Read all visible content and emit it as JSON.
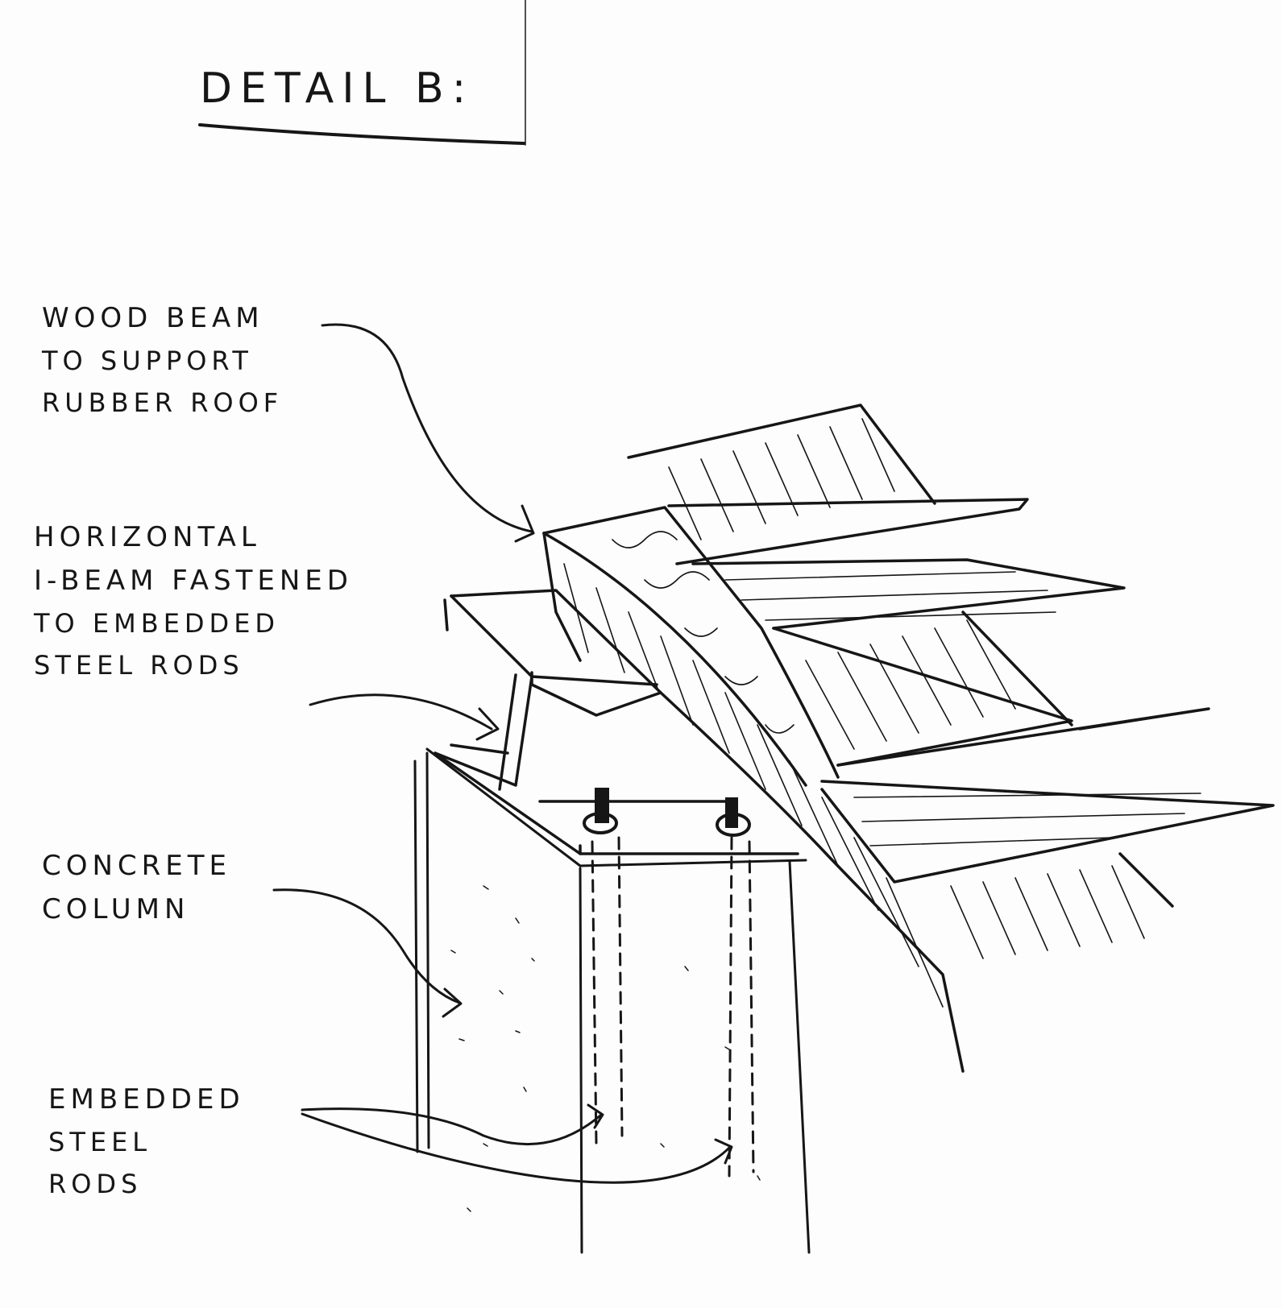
{
  "title": "DETAIL B:",
  "annotations": {
    "wood_beam": [
      "WOOD BEAM",
      "TO SUPPORT",
      "RUBBER ROOF"
    ],
    "i_beam": [
      "HORIZONTAL",
      "I-BEAM FASTENED",
      "TO EMBEDDED",
      "STEEL RODS"
    ],
    "concrete_column": [
      "CONCRETE",
      "COLUMN"
    ],
    "embedded_rods": [
      "EMBEDDED",
      "STEEL",
      "RODS"
    ]
  },
  "colors": {
    "ink": "#161616",
    "paper": "#fdfdfd"
  }
}
